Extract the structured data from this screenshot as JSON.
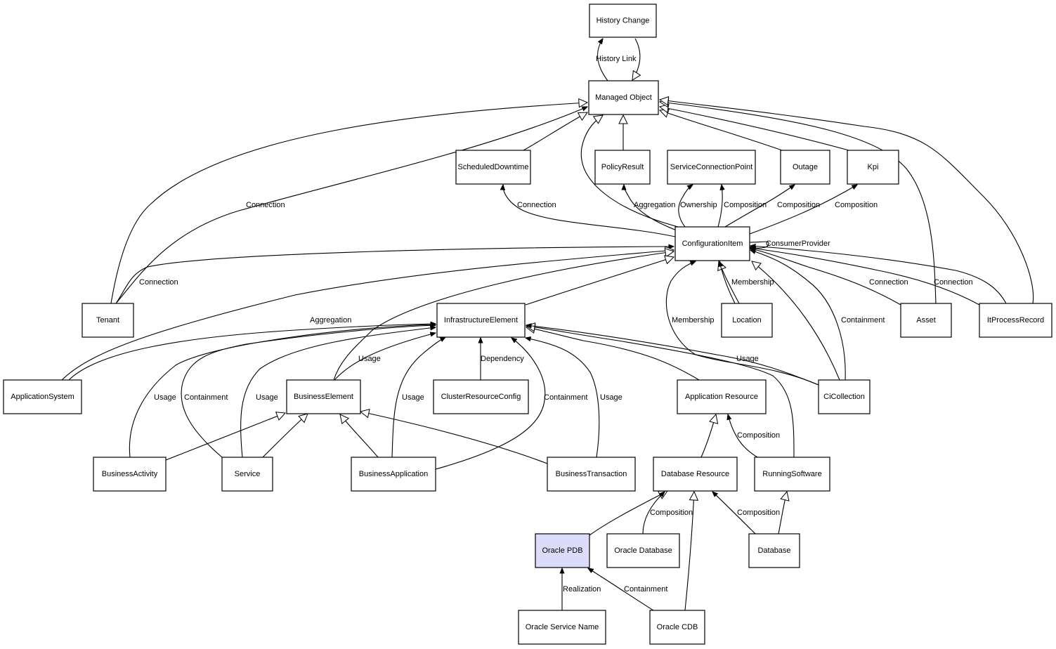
{
  "diagram": {
    "title": "",
    "highlight_color": "#dcdcfa",
    "nodes": [
      {
        "id": "history_change",
        "label": "History Change"
      },
      {
        "id": "managed_object",
        "label": "Managed Object"
      },
      {
        "id": "scheduled_downtime",
        "label": "ScheduledDowntime"
      },
      {
        "id": "policy_result",
        "label": "PolicyResult"
      },
      {
        "id": "service_connection_point",
        "label": "ServiceConnectionPoint"
      },
      {
        "id": "outage",
        "label": "Outage"
      },
      {
        "id": "kpi",
        "label": "Kpi"
      },
      {
        "id": "configuration_item",
        "label": "ConfigurationItem"
      },
      {
        "id": "tenant",
        "label": "Tenant"
      },
      {
        "id": "infrastructure_element",
        "label": "InfrastructureElement"
      },
      {
        "id": "location",
        "label": "Location"
      },
      {
        "id": "asset",
        "label": "Asset"
      },
      {
        "id": "it_process_record",
        "label": "ItProcessRecord"
      },
      {
        "id": "application_system",
        "label": "ApplicationSystem"
      },
      {
        "id": "business_element",
        "label": "BusinessElement"
      },
      {
        "id": "cluster_resource_config",
        "label": "ClusterResourceConfig"
      },
      {
        "id": "application_resource",
        "label": "Application Resource"
      },
      {
        "id": "ci_collection",
        "label": "CiCollection"
      },
      {
        "id": "business_activity",
        "label": "BusinessActivity"
      },
      {
        "id": "service",
        "label": "Service"
      },
      {
        "id": "business_application",
        "label": "BusinessApplication"
      },
      {
        "id": "business_transaction",
        "label": "BusinessTransaction"
      },
      {
        "id": "database_resource",
        "label": "Database Resource"
      },
      {
        "id": "running_software",
        "label": "RunningSoftware"
      },
      {
        "id": "oracle_pdb",
        "label": "Oracle PDB",
        "highlighted": true
      },
      {
        "id": "oracle_database",
        "label": "Oracle Database"
      },
      {
        "id": "database",
        "label": "Database"
      },
      {
        "id": "oracle_service_name",
        "label": "Oracle Service Name"
      },
      {
        "id": "oracle_cdb",
        "label": "Oracle CDB"
      }
    ],
    "edges": [
      {
        "from": "managed_object",
        "to": "history_change",
        "label": "History Link",
        "type": "relation"
      },
      {
        "from": "history_change",
        "to": "managed_object",
        "label": "",
        "type": "inheritance"
      },
      {
        "from": "tenant",
        "to": "managed_object",
        "label": "",
        "type": "inheritance"
      },
      {
        "from": "tenant",
        "to": "managed_object",
        "label": "Connection",
        "type": "relation"
      },
      {
        "from": "scheduled_downtime",
        "to": "managed_object",
        "label": "",
        "type": "inheritance"
      },
      {
        "from": "configuration_item",
        "to": "managed_object",
        "label": "",
        "type": "inheritance"
      },
      {
        "from": "policy_result",
        "to": "managed_object",
        "label": "",
        "type": "inheritance"
      },
      {
        "from": "outage",
        "to": "managed_object",
        "label": "",
        "type": "inheritance"
      },
      {
        "from": "kpi",
        "to": "managed_object",
        "label": "",
        "type": "inheritance"
      },
      {
        "from": "asset",
        "to": "managed_object",
        "label": "",
        "type": "inheritance"
      },
      {
        "from": "it_process_record",
        "to": "managed_object",
        "label": "",
        "type": "inheritance"
      },
      {
        "from": "configuration_item",
        "to": "scheduled_downtime",
        "label": "Connection",
        "type": "relation"
      },
      {
        "from": "configuration_item",
        "to": "policy_result",
        "label": "Aggregation",
        "type": "relation"
      },
      {
        "from": "configuration_item",
        "to": "service_connection_point",
        "label": "Ownership",
        "type": "relation"
      },
      {
        "from": "configuration_item",
        "to": "service_connection_point",
        "label": "Composition",
        "type": "relation"
      },
      {
        "from": "configuration_item",
        "to": "outage",
        "label": "Composition",
        "type": "relation"
      },
      {
        "from": "configuration_item",
        "to": "kpi",
        "label": "Composition",
        "type": "relation"
      },
      {
        "from": "configuration_item",
        "to": "configuration_item",
        "label": "ConsumerProvider",
        "type": "relation"
      },
      {
        "from": "tenant",
        "to": "configuration_item",
        "label": "Connection",
        "type": "relation"
      },
      {
        "from": "application_system",
        "to": "configuration_item",
        "label": "",
        "type": "inheritance"
      },
      {
        "from": "business_element",
        "to": "configuration_item",
        "label": "",
        "type": "inheritance"
      },
      {
        "from": "infrastructure_element",
        "to": "configuration_item",
        "label": "",
        "type": "inheritance"
      },
      {
        "from": "location",
        "to": "configuration_item",
        "label": "",
        "type": "inheritance"
      },
      {
        "from": "location",
        "to": "configuration_item",
        "label": "Membership",
        "type": "relation"
      },
      {
        "from": "ci_collection",
        "to": "configuration_item",
        "label": "Membership",
        "type": "relation"
      },
      {
        "from": "ci_collection",
        "to": "configuration_item",
        "label": "",
        "type": "inheritance"
      },
      {
        "from": "ci_collection",
        "to": "configuration_item",
        "label": "Containment",
        "type": "relation"
      },
      {
        "from": "asset",
        "to": "configuration_item",
        "label": "Connection",
        "type": "relation"
      },
      {
        "from": "it_process_record",
        "to": "configuration_item",
        "label": "Connection",
        "type": "relation"
      },
      {
        "from": "it_process_record",
        "to": "configuration_item",
        "label": "Membership",
        "type": "relation"
      },
      {
        "from": "application_system",
        "to": "infrastructure_element",
        "label": "Aggregation",
        "type": "relation"
      },
      {
        "from": "business_activity",
        "to": "infrastructure_element",
        "label": "Usage",
        "type": "relation"
      },
      {
        "from": "service",
        "to": "infrastructure_element",
        "label": "Containment",
        "type": "relation"
      },
      {
        "from": "service",
        "to": "infrastructure_element",
        "label": "Usage",
        "type": "relation"
      },
      {
        "from": "business_element",
        "to": "infrastructure_element",
        "label": "Usage",
        "type": "relation"
      },
      {
        "from": "business_application",
        "to": "infrastructure_element",
        "label": "Usage",
        "type": "relation"
      },
      {
        "from": "cluster_resource_config",
        "to": "infrastructure_element",
        "label": "Dependency",
        "type": "relation"
      },
      {
        "from": "business_application",
        "to": "infrastructure_element",
        "label": "Containment",
        "type": "relation"
      },
      {
        "from": "business_transaction",
        "to": "infrastructure_element",
        "label": "Usage",
        "type": "relation"
      },
      {
        "from": "application_resource",
        "to": "infrastructure_element",
        "label": "",
        "type": "inheritance"
      },
      {
        "from": "running_software",
        "to": "infrastructure_element",
        "label": "",
        "type": "inheritance"
      },
      {
        "from": "ci_collection",
        "to": "infrastructure_element",
        "label": "Usage",
        "type": "relation"
      },
      {
        "from": "business_activity",
        "to": "business_element",
        "label": "",
        "type": "inheritance"
      },
      {
        "from": "service",
        "to": "business_element",
        "label": "",
        "type": "inheritance"
      },
      {
        "from": "business_application",
        "to": "business_element",
        "label": "",
        "type": "inheritance"
      },
      {
        "from": "business_transaction",
        "to": "business_element",
        "label": "",
        "type": "inheritance"
      },
      {
        "from": "database_resource",
        "to": "application_resource",
        "label": "",
        "type": "inheritance"
      },
      {
        "from": "running_software",
        "to": "application_resource",
        "label": "Composition",
        "type": "relation"
      },
      {
        "from": "oracle_pdb",
        "to": "database_resource",
        "label": "",
        "type": "inheritance"
      },
      {
        "from": "oracle_database",
        "to": "database_resource",
        "label": "Composition",
        "type": "relation"
      },
      {
        "from": "oracle_cdb",
        "to": "database_resource",
        "label": "",
        "type": "inheritance"
      },
      {
        "from": "database",
        "to": "database_resource",
        "label": "Composition",
        "type": "relation"
      },
      {
        "from": "database",
        "to": "running_software",
        "label": "",
        "type": "inheritance"
      },
      {
        "from": "oracle_service_name",
        "to": "oracle_pdb",
        "label": "Realization",
        "type": "relation"
      },
      {
        "from": "oracle_cdb",
        "to": "oracle_pdb",
        "label": "Containment",
        "type": "relation"
      }
    ]
  }
}
